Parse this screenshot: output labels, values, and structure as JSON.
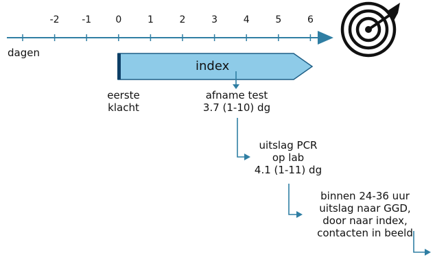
{
  "colors": {
    "axis": "#2f7ea3",
    "bar_fill": "#8ecbe8",
    "bar_edge": "#1f5f86",
    "bar_start": "#0d3f66",
    "arrow": "#2f7ea3",
    "target": "#111111"
  },
  "timeline": {
    "ticks": [
      "-2",
      "-1",
      "0",
      "1",
      "2",
      "3",
      "4",
      "5",
      "6"
    ],
    "unit_label": "dagen"
  },
  "index_bar": {
    "label": "index"
  },
  "icons": {
    "target": "target-icon"
  },
  "steps": {
    "first_complaint": {
      "lines": [
        "eerste",
        "klacht"
      ]
    },
    "test_taken": {
      "lines": [
        "afname test",
        "3.7 (1-10) dg"
      ]
    },
    "pcr_result": {
      "lines": [
        "uitslag PCR",
        "op lab",
        "4.1 (1-11) dg"
      ]
    },
    "ggd": {
      "lines": [
        "binnen 24-36 uur",
        "uitslag naar GGD,",
        "door naar index,",
        "contacten in beeld"
      ]
    }
  }
}
